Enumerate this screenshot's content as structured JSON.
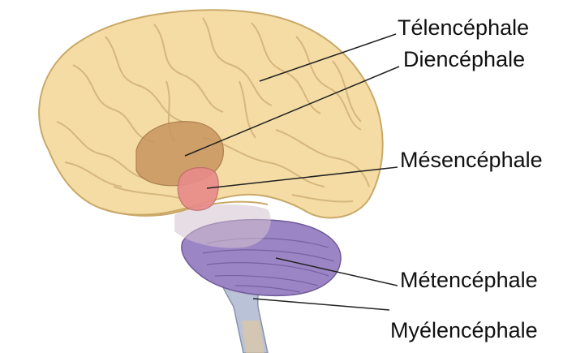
{
  "diagram": {
    "labels": {
      "telencephale": "Télencéphale",
      "diencephale": "Diencéphale",
      "mesencephale": "Mésencéphale",
      "metencephale": "Métencéphale",
      "myelencephale": "Myélencéphale"
    },
    "colors": {
      "cortex": "#f4dca4",
      "cortex_outline": "#c9a968",
      "diencephalon": "#c8955f",
      "mesencephalon": "#e88a8a",
      "cerebellum": "#9b85c4",
      "brainstem": "#b9c2d6",
      "leader_line": "#222222"
    }
  }
}
